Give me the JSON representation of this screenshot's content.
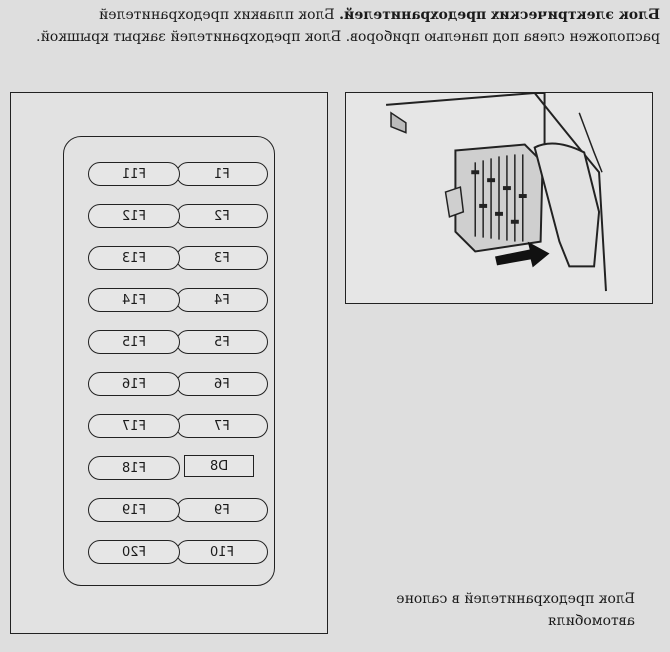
{
  "header": {
    "title_bold": "Блок электрических предохранителей.",
    "text": " Блок плавких предохранителей расположен слева под панелью приборов. Блок предохранителей закрыт крышкой."
  },
  "fuses": {
    "left_column": [
      "F1",
      "F2",
      "F3",
      "F4",
      "F5",
      "F6",
      "F7",
      "D8",
      "F9",
      "F10"
    ],
    "right_column": [
      "F11",
      "F12",
      "F13",
      "F14",
      "F15",
      "F16",
      "F17",
      "F18",
      "F19",
      "F20"
    ]
  },
  "caption": "Блок предохранителей в салоне автомобиля"
}
